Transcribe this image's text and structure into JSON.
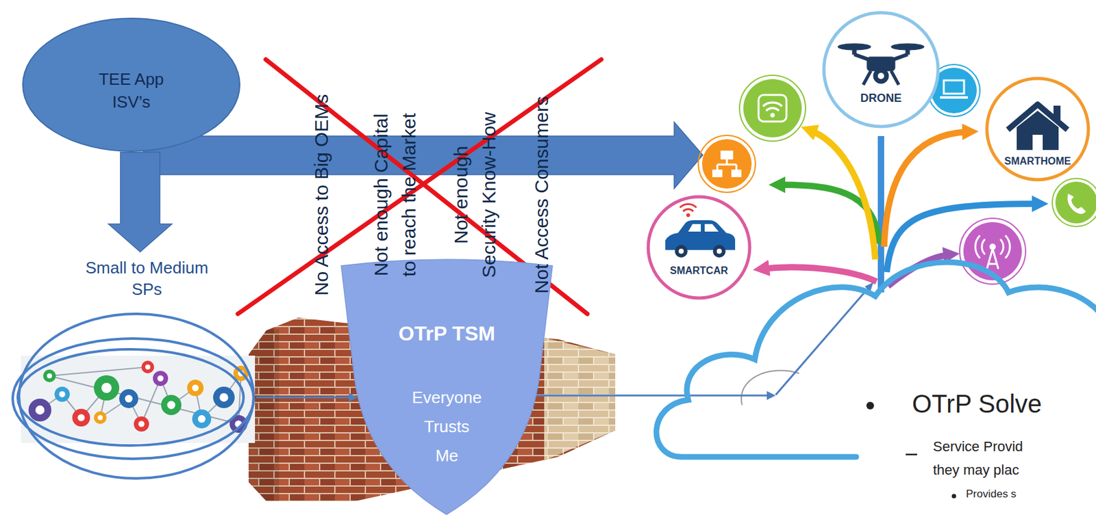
{
  "diagram": {
    "nodes": [
      {
        "text": [
          "TEE App ISV’s"
        ]
      },
      {
        "text": [
          "Small to Medium SPs"
        ]
      },
      {
        "text": [
          "OTrP TSM",
          "Everyone Trusts Me"
        ]
      },
      {
        "text": [
          "OTrP Solve",
          "Service Provid they may plac",
          "Provides s"
        ]
      },
      {
        "text": [
          "DRONE"
        ]
      },
      {
        "text": [
          "SMARTHOME"
        ]
      },
      {
        "text": [
          "SMARTCAR"
        ]
      }
    ],
    "edges": [
      {
        "from": 0,
        "to": 1,
        "arrow": "to"
      },
      {
        "from": 1,
        "to": 2,
        "arrow": "to"
      },
      {
        "from": 2,
        "to": 3,
        "arrow": "to"
      }
    ],
    "labels": [
      "No Access to Big OEMs",
      "Not enough Capital to reach the Market",
      "Not enough Security Know-How",
      "Not Access Consumers"
    ]
  }
}
